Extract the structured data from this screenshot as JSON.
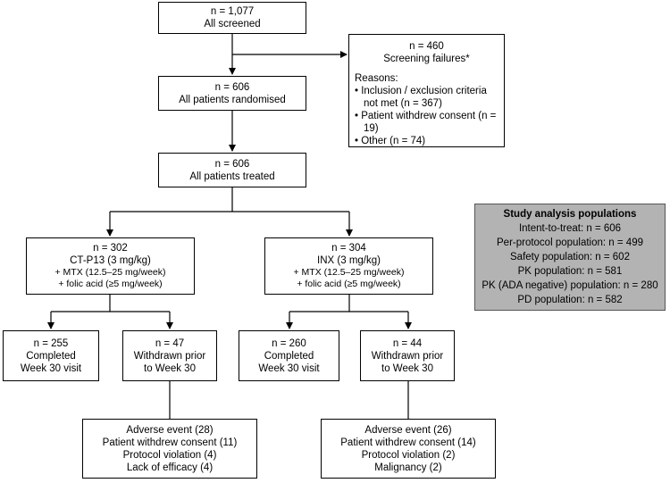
{
  "screened": {
    "n": "n = 1,077",
    "label": "All screened"
  },
  "screening_failures": {
    "n": "n = 460",
    "label": "Screening failures*",
    "reasons_title": "Reasons:",
    "reasons": [
      "• Inclusion / exclusion criteria not met (n = 367)",
      "• Patient withdrew consent (n = 19)",
      "• Other (n = 74)"
    ]
  },
  "randomised": {
    "n": "n = 606",
    "label": "All patients randomised"
  },
  "treated": {
    "n": "n = 606",
    "label": "All patients treated"
  },
  "arms": [
    {
      "n": "n = 302",
      "drug": "CT-P13 (3 mg/kg)",
      "mtx": "+ MTX (12.5–25 mg/week)",
      "folic": "+ folic acid (≥5 mg/week)",
      "completed": {
        "n": "n = 255",
        "line1": "Completed",
        "line2": "Week 30 visit"
      },
      "withdrawn": {
        "n": "n = 47",
        "line1": "Withdrawn prior",
        "line2": "to Week 30"
      },
      "reasons": [
        "Adverse event (28)",
        "Patient withdrew consent (11)",
        "Protocol violation (4)",
        "Lack of efficacy (4)"
      ]
    },
    {
      "n": "n = 304",
      "drug": "INX (3 mg/kg)",
      "mtx": "+ MTX (12.5–25 mg/week)",
      "folic": "+ folic acid (≥5 mg/week)",
      "completed": {
        "n": "n = 260",
        "line1": "Completed",
        "line2": "Week 30 visit"
      },
      "withdrawn": {
        "n": "n = 44",
        "line1": "Withdrawn prior",
        "line2": "to Week 30"
      },
      "reasons": [
        "Adverse event (26)",
        "Patient withdrew consent (14)",
        "Protocol violation (2)",
        "Malignancy (2)"
      ]
    }
  ],
  "populations": {
    "title": "Study analysis populations",
    "items": [
      "Intent-to-treat: n = 606",
      "Per-protocol population: n = 499",
      "Safety population: n = 602",
      "PK population: n = 581",
      "PK (ADA negative) population: n = 280",
      "PD population: n = 582"
    ]
  }
}
